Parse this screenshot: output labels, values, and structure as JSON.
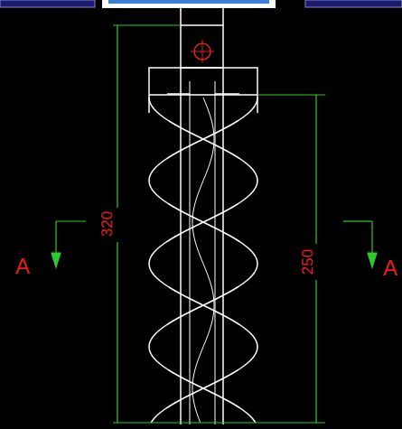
{
  "diagram": {
    "labels": [
      "320",
      "250",
      "A",
      "A"
    ]
  }
}
